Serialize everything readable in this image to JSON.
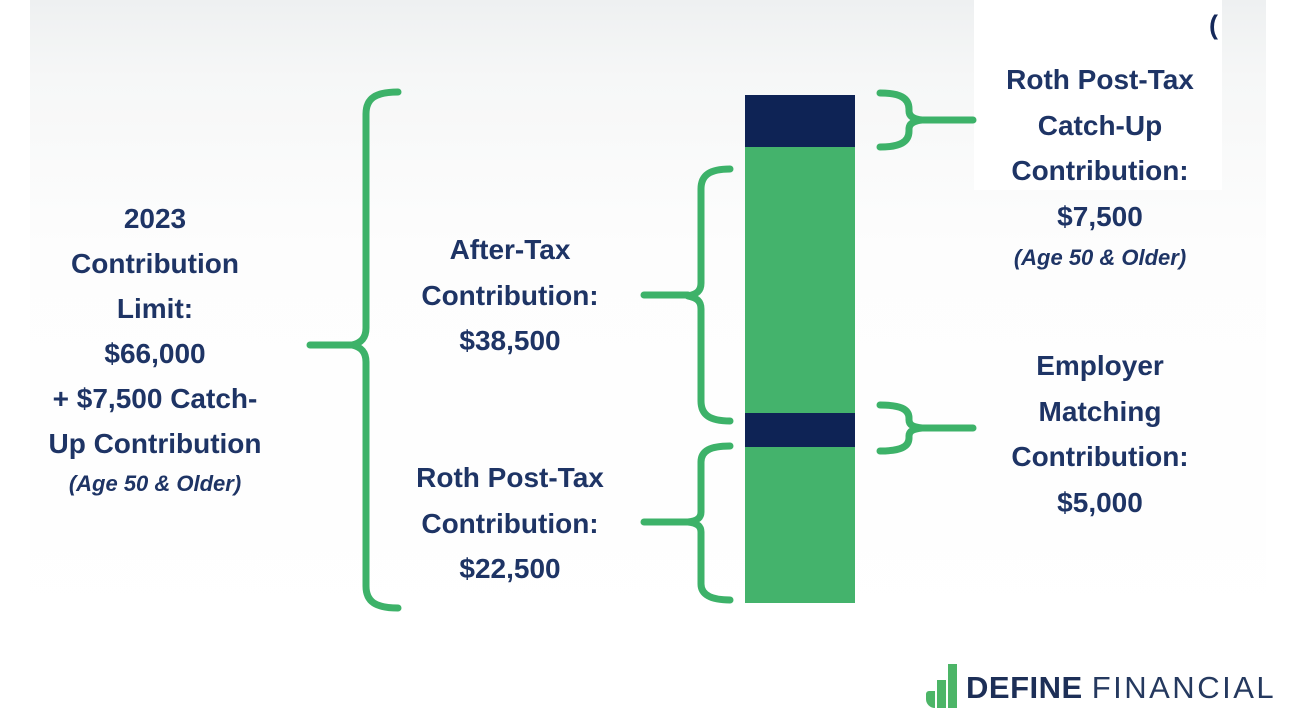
{
  "labels": {
    "total": {
      "lines": [
        "2023",
        "Contribution",
        "Limit:",
        "$66,000",
        "+ $7,500 Catch-",
        "Up Contribution"
      ],
      "note": "(Age 50 & Older)"
    },
    "after_tax": {
      "lines": [
        "After-Tax",
        "Contribution:",
        "$38,500"
      ]
    },
    "roth": {
      "lines": [
        "Roth Post-Tax",
        "Contribution:",
        "$22,500"
      ]
    },
    "catch_up": {
      "lines": [
        "Roth Post-Tax",
        "Catch-Up",
        "Contribution:",
        "$7,500"
      ],
      "note": "(Age 50 & Older)"
    },
    "employer": {
      "lines": [
        "Employer",
        "Matching",
        "Contribution:",
        "$5,000"
      ]
    }
  },
  "logo": {
    "brand_bold": "DEFINE",
    "brand_light": "FINANCIAL"
  },
  "misc": {
    "stray_glyph": "("
  },
  "colors": {
    "navy_segment": "#0e2355",
    "navy_text": "#1e3465",
    "green_segment": "#44b36c",
    "brace_green": "#3db269",
    "background": "#ffffff",
    "panel_gray": "#eef0f1",
    "logo_green": "#4cb567"
  },
  "chart_data": {
    "type": "bar",
    "orientation": "vertical",
    "stacked": true,
    "title": "2023 Contribution Limit: $66,000 + $7,500 Catch-Up Contribution (Age 50 & Older)",
    "base_limit": 66000,
    "catch_up_limit": 7500,
    "total_value": 73500,
    "axes": "none",
    "legend": "none",
    "segments": [
      {
        "name": "Roth Post-Tax Catch-Up Contribution (Age 50 & Older)",
        "value": 7500,
        "label": "$7,500",
        "color": "#0e2355"
      },
      {
        "name": "After-Tax Contribution",
        "value": 38500,
        "label": "$38,500",
        "color": "#44b36c"
      },
      {
        "name": "Employer Matching Contribution",
        "value": 5000,
        "label": "$5,000",
        "color": "#0e2355"
      },
      {
        "name": "Roth Post-Tax Contribution",
        "value": 22500,
        "label": "$22,500",
        "color": "#44b36c"
      }
    ]
  }
}
